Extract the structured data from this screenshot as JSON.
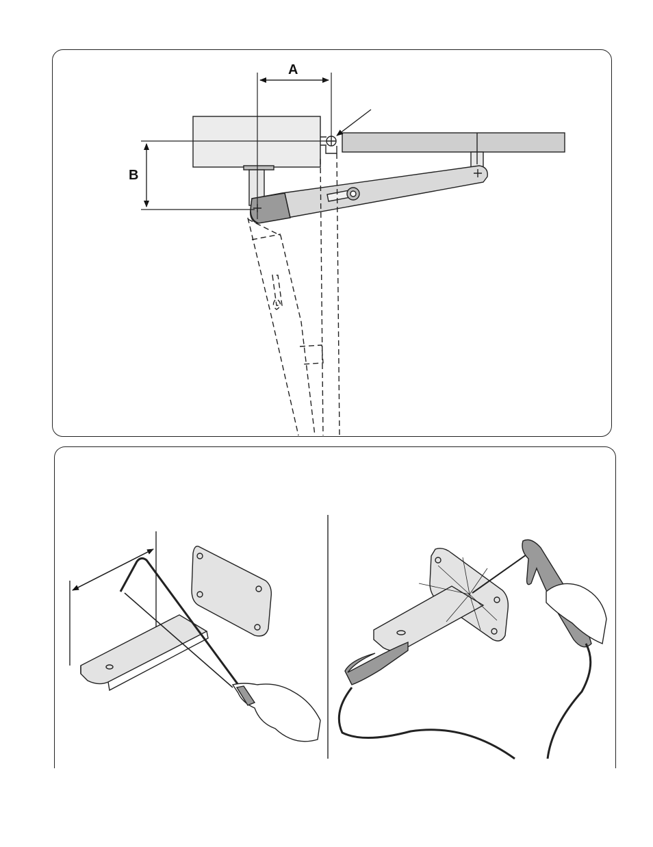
{
  "figure_top": {
    "dimension_a_label": "A",
    "dimension_b_label": "B"
  },
  "figure_bottom": {
    "left_scene": "cutting",
    "right_scene": "welding"
  },
  "colors": {
    "line": "#222222",
    "arm_fill": "#d9d9d9",
    "arm_dark": "#9a9a9a",
    "gate_fill": "#cfcfcf",
    "plate_fill": "#e3e3e3"
  }
}
